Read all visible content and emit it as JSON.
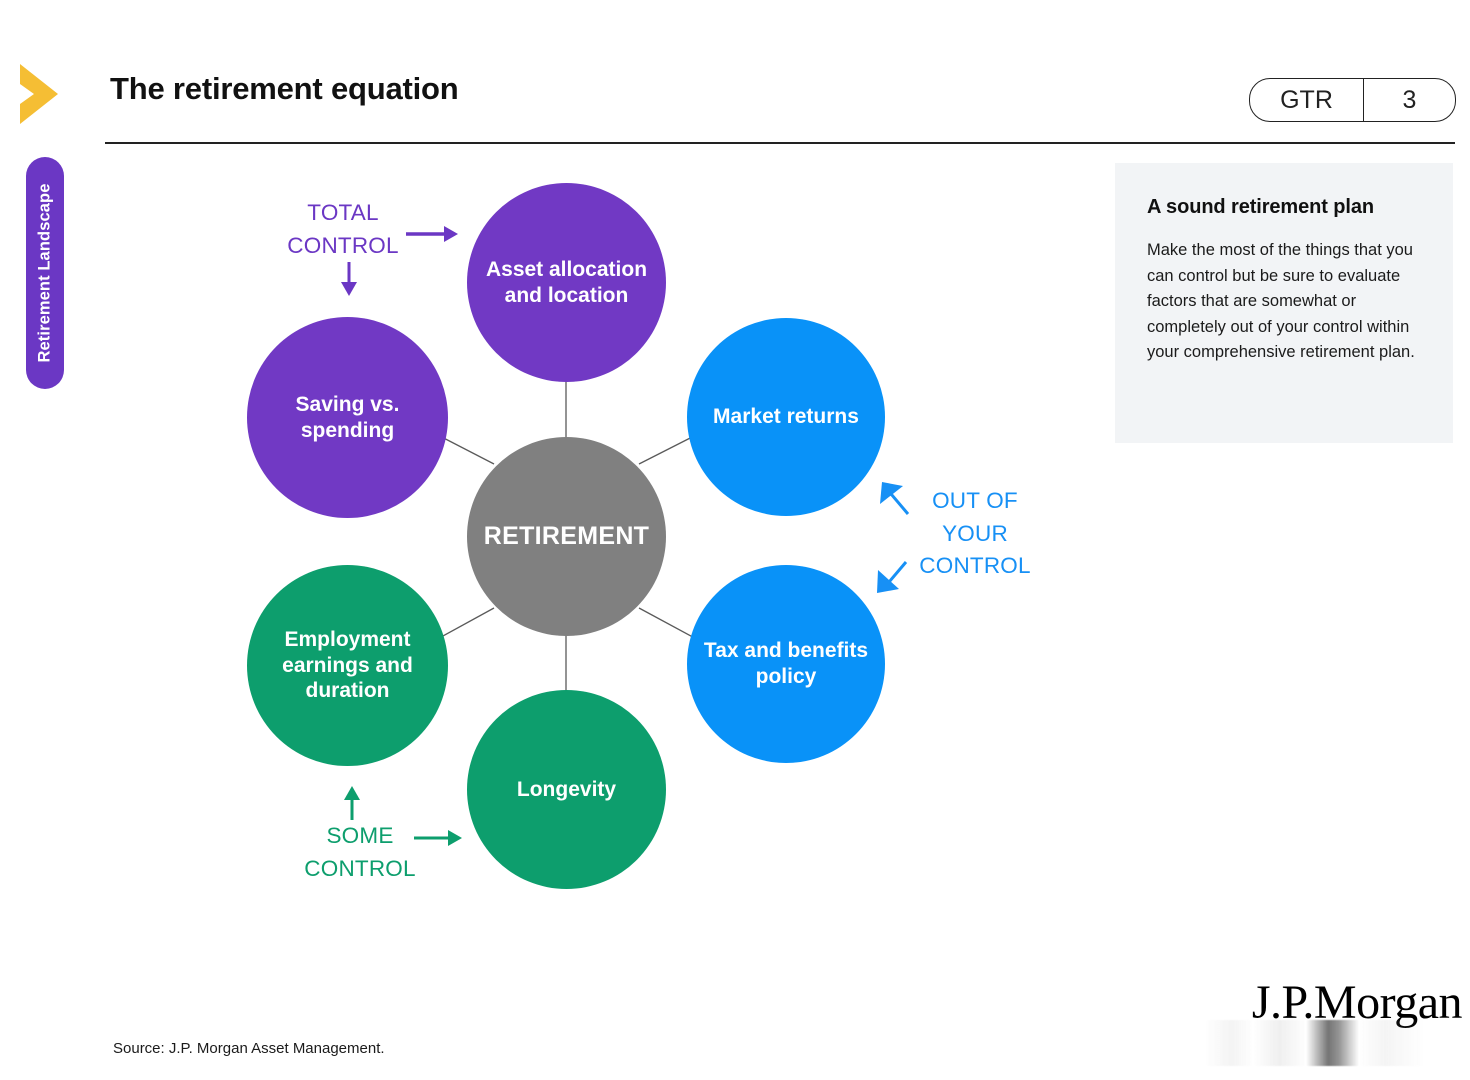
{
  "header": {
    "title": "The retirement equation",
    "tag_code": "GTR",
    "page_number": "3",
    "chevron_icon": "chevron-right-icon",
    "chevron_color": "#F5BE34"
  },
  "sidebar": {
    "tab_label": "Retirement Landscape",
    "tab_color": "#6B37C4"
  },
  "info_panel": {
    "title": "A sound retirement plan",
    "body": "Make the most of the things that you can control but be sure to evaluate factors that are somewhat or completely out of your control within your comprehensive retirement plan."
  },
  "chart_data": {
    "type": "diagram",
    "title": "The retirement equation",
    "center": {
      "label": "RETIREMENT",
      "color": "#808080"
    },
    "nodes": [
      {
        "label": "Asset allocation and location",
        "group": "TOTAL CONTROL",
        "color": "#7139C4"
      },
      {
        "label": "Saving vs. spending",
        "group": "TOTAL CONTROL",
        "color": "#7139C4"
      },
      {
        "label": "Market returns",
        "group": "OUT OF YOUR CONTROL",
        "color": "#0992F8"
      },
      {
        "label": "Tax and benefits policy",
        "group": "OUT OF YOUR CONTROL",
        "color": "#0992F8"
      },
      {
        "label": "Employment earnings and duration",
        "group": "SOME CONTROL",
        "color": "#0D9E6D"
      },
      {
        "label": "Longevity",
        "group": "SOME CONTROL",
        "color": "#0D9E6D"
      }
    ],
    "groups": [
      {
        "name": "TOTAL CONTROL",
        "color": "#6B37C4",
        "line1": "TOTAL",
        "line2": "CONTROL"
      },
      {
        "name": "SOME CONTROL",
        "color": "#0D9E6D",
        "line1": "SOME",
        "line2": "CONTROL"
      },
      {
        "name": "OUT OF YOUR CONTROL",
        "color": "#1790F5",
        "line1": "OUT OF",
        "line2": "YOUR",
        "line3": "CONTROL"
      }
    ],
    "legend_position": "inline-annotations",
    "grid": false
  },
  "nodes_text": {
    "center": "RETIREMENT",
    "asset": "Asset allocation and location",
    "saving": "Saving vs. spending",
    "market": "Market returns",
    "tax": "Tax and benefits policy",
    "employment": "Employment earnings and duration",
    "longevity": "Longevity"
  },
  "annotations": {
    "total_control": "TOTAL CONTROL",
    "some_control": "SOME CONTROL",
    "out_of_your_control": "OUT OF YOUR CONTROL"
  },
  "footer": {
    "source": "Source: J.P. Morgan Asset Management.",
    "logo": "J.P.Morgan"
  }
}
